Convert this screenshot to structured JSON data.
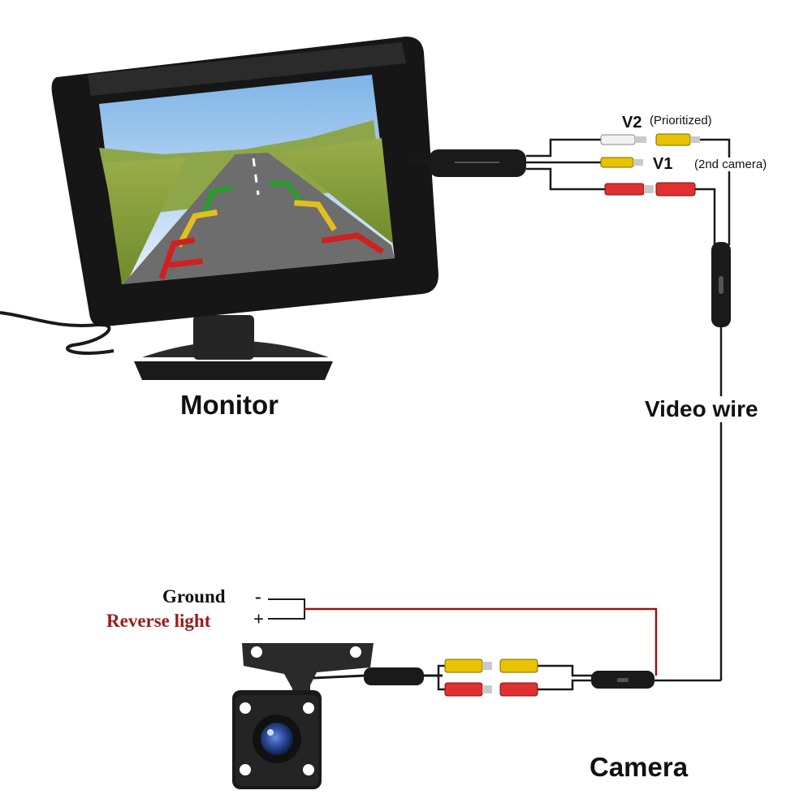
{
  "labels": {
    "monitor": "Monitor",
    "camera": "Camera",
    "video_wire": "Video wire",
    "v2": "V2",
    "v2_note": "(Prioritized)",
    "v1": "V1",
    "v1_note": "(2nd camera)",
    "ground": "Ground",
    "ground_sign": "-",
    "reverse_light": "Reverse light",
    "reverse_sign": "+"
  },
  "colors": {
    "wire_black": "#1a1a1a",
    "wire_red": "#a01010",
    "reverse_text": "#9a1c1c",
    "rca_yellow": "#e8c400",
    "rca_red": "#e03030",
    "rca_white": "#f2f2f2",
    "device_body": "#1e1e1e",
    "camera_led": "#ffffff",
    "camera_lens": "#2a4a9a"
  },
  "icons": {
    "monitor": "car-monitor-icon",
    "camera": "reversing-camera-icon"
  }
}
